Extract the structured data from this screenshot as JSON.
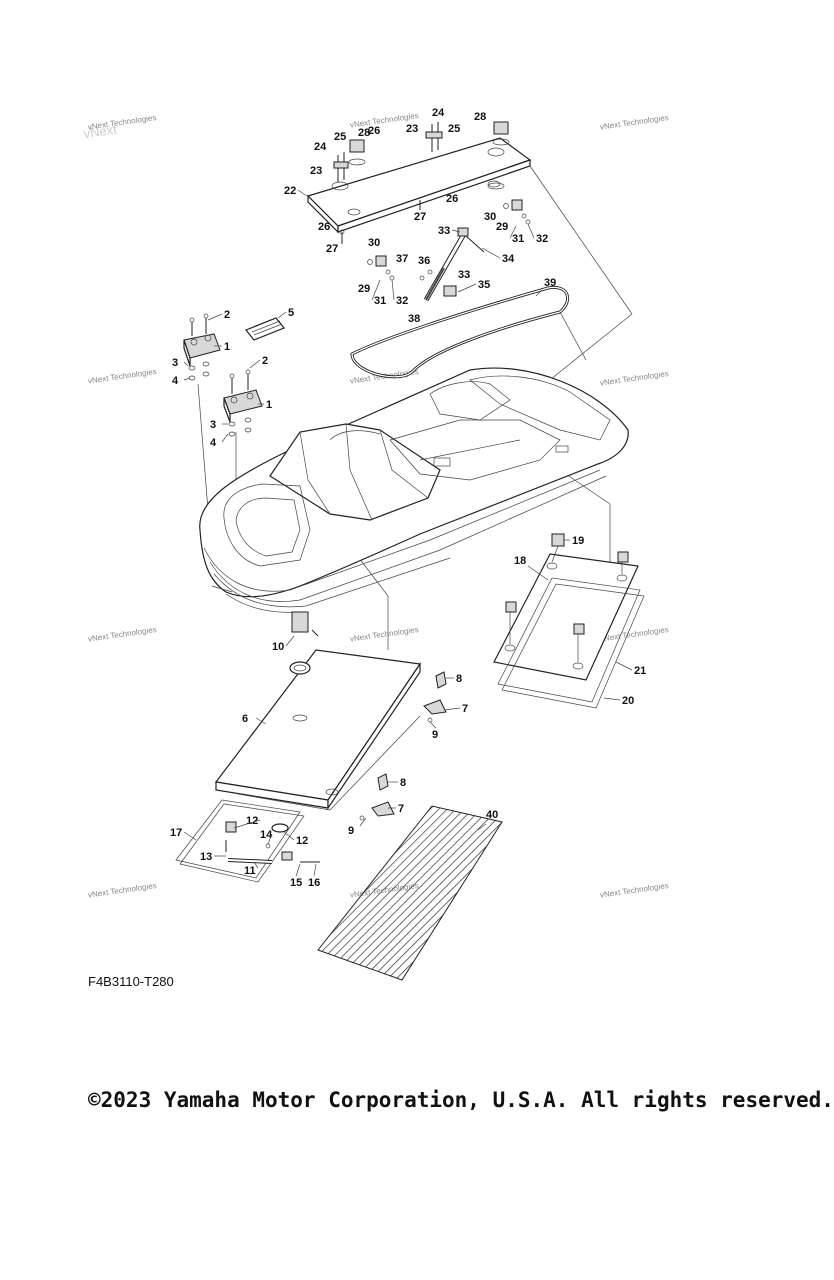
{
  "diagram": {
    "callouts": [
      "1",
      "1",
      "2",
      "2",
      "3",
      "3",
      "4",
      "4",
      "5",
      "6",
      "7",
      "7",
      "8",
      "8",
      "9",
      "9",
      "10",
      "11",
      "12",
      "12",
      "13",
      "14",
      "15",
      "16",
      "17",
      "18",
      "19",
      "20",
      "21",
      "22",
      "23",
      "23",
      "24",
      "24",
      "25",
      "25",
      "26",
      "26",
      "26",
      "27",
      "27",
      "28",
      "28",
      "29",
      "29",
      "30",
      "30",
      "31",
      "31",
      "32",
      "32",
      "33",
      "33",
      "34",
      "35",
      "36",
      "37",
      "38",
      "39",
      "40"
    ],
    "watermark": "vNext Technologies"
  },
  "footer": {
    "ref_code": "F4B3110-T280",
    "copyright": "©2023 Yamaha Motor Corporation, U.S.A. All rights reserved."
  }
}
